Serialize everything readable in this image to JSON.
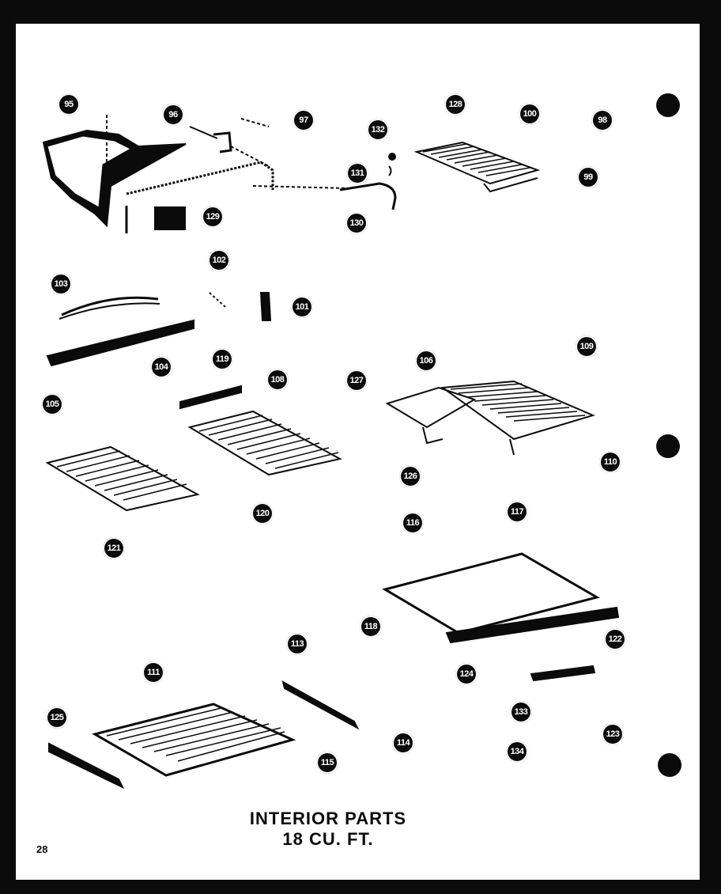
{
  "title": {
    "line1": "INTERIOR PARTS",
    "line2": "18 CU. FT."
  },
  "page_number": "28",
  "callouts": [
    {
      "id": "c95",
      "label": "95"
    },
    {
      "id": "c96",
      "label": "96"
    },
    {
      "id": "c97",
      "label": "97"
    },
    {
      "id": "c132",
      "label": "132"
    },
    {
      "id": "c128a",
      "label": "128"
    },
    {
      "id": "c100",
      "label": "100"
    },
    {
      "id": "c98",
      "label": "98"
    },
    {
      "id": "c99",
      "label": "99"
    },
    {
      "id": "c131",
      "label": "131"
    },
    {
      "id": "c130",
      "label": "130"
    },
    {
      "id": "c129",
      "label": "129"
    },
    {
      "id": "c103",
      "label": "103"
    },
    {
      "id": "c102",
      "label": "102"
    },
    {
      "id": "c101",
      "label": "101"
    },
    {
      "id": "c104",
      "label": "104"
    },
    {
      "id": "c105",
      "label": "105"
    },
    {
      "id": "c119",
      "label": "119"
    },
    {
      "id": "c108",
      "label": "108"
    },
    {
      "id": "c127",
      "label": "127"
    },
    {
      "id": "c106",
      "label": "106"
    },
    {
      "id": "c109",
      "label": "109"
    },
    {
      "id": "c110",
      "label": "110"
    },
    {
      "id": "c126",
      "label": "126"
    },
    {
      "id": "c120",
      "label": "120"
    },
    {
      "id": "c121",
      "label": "121"
    },
    {
      "id": "c116",
      "label": "116"
    },
    {
      "id": "c117",
      "label": "117"
    },
    {
      "id": "c118",
      "label": "118"
    },
    {
      "id": "c124",
      "label": "124"
    },
    {
      "id": "c122",
      "label": "122"
    },
    {
      "id": "c113",
      "label": "113"
    },
    {
      "id": "c111",
      "label": "111"
    },
    {
      "id": "c125",
      "label": "125"
    },
    {
      "id": "c114",
      "label": "114"
    },
    {
      "id": "c115",
      "label": "115"
    },
    {
      "id": "c133",
      "label": "133"
    },
    {
      "id": "c134",
      "label": "134"
    },
    {
      "id": "c123",
      "label": "123"
    }
  ],
  "colors": {
    "ink": "#0b0b0b",
    "paper": "#ffffff"
  }
}
